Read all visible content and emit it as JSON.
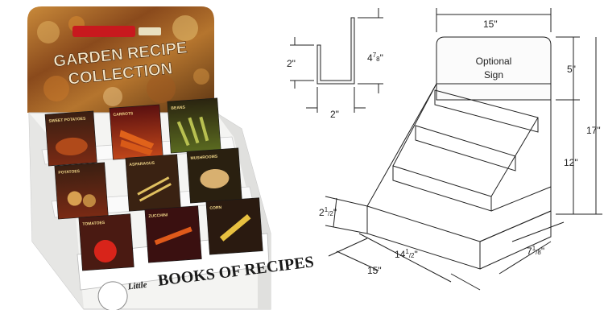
{
  "photo": {
    "header_line1": "GARDEN RECIPE",
    "header_line2": "COLLECTION",
    "footer_script": "Little",
    "footer_main": "BOOKS OF RECIPES",
    "book_titles": [
      "SWEET POTATOES",
      "CARROTS",
      "BEANS",
      "POTATOES",
      "ASPARAGUS",
      "MUSHROOMS",
      "TOMATOES",
      "ZUCCHINI",
      "CORN"
    ]
  },
  "drawing": {
    "sign_line1": "Optional",
    "sign_line2": "Sign",
    "profile_height": "4",
    "profile_height_num": "7",
    "profile_height_den": "8",
    "profile_height_unit": "\"",
    "profile_inner": "2\"",
    "profile_width": "2\"",
    "top_width": "15\"",
    "sign_height": "5\"",
    "total_height": "17\"",
    "body_height": "12\"",
    "step_height": "2",
    "step_height_num": "1",
    "step_height_den": "2",
    "step_height_unit": "\"",
    "base_depth": "15\"",
    "base_width": "14",
    "base_width_num": "1",
    "base_width_den": "2",
    "base_width_unit": "\"",
    "base_side": "7",
    "base_side_num": "1",
    "base_side_den": "8",
    "base_side_unit": "\""
  }
}
